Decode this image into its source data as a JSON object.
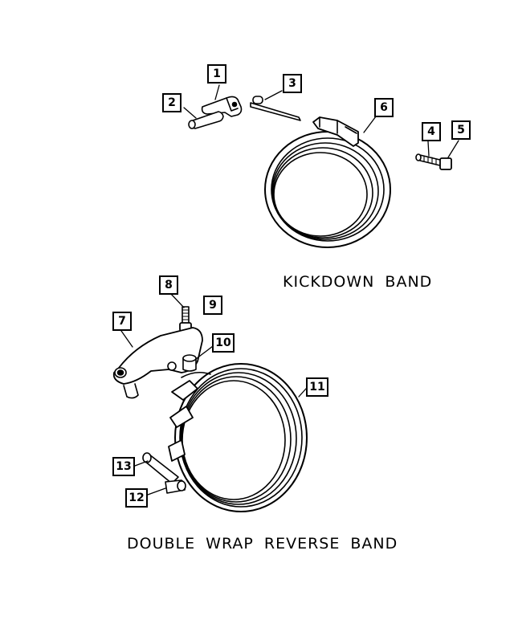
{
  "captions": {
    "kickdown": "KICKDOWN BAND",
    "reverse": "DOUBLE WRAP REVERSE BAND"
  },
  "callouts": {
    "c1": "1",
    "c2": "2",
    "c3": "3",
    "c4": "4",
    "c5": "5",
    "c6": "6",
    "c7": "7",
    "c8": "8",
    "c9": "9",
    "c10": "10",
    "c11": "11",
    "c12": "12",
    "c13": "13"
  }
}
